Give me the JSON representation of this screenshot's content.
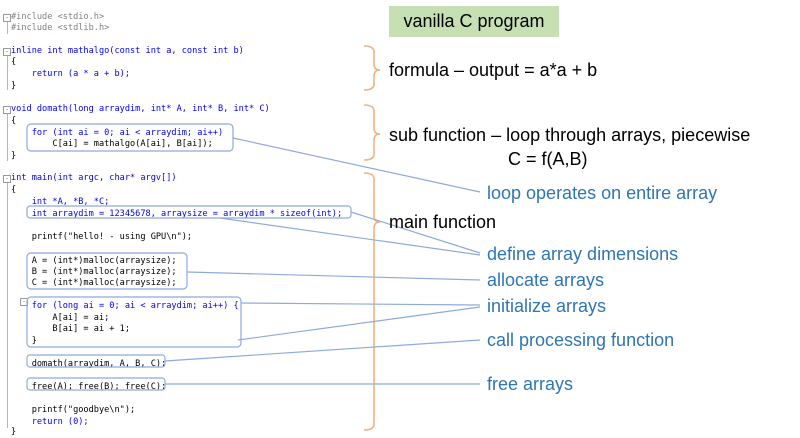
{
  "title": "vanilla C program",
  "notes": {
    "formula": "formula – output = a*a + b",
    "sub_line1": "sub function – loop through arrays, piecewise",
    "sub_line2": "C = f(A,B)",
    "main": "main function"
  },
  "callouts": {
    "loop_entire": "loop operates on entire array",
    "define_dims": "define array dimensions",
    "allocate": "allocate arrays",
    "initialize": "initialize arrays",
    "call_processing": "call processing function",
    "free_arrays": "free arrays"
  },
  "code": {
    "l1": "#include <stdio.h>",
    "l2": "#include <stdlib.h>",
    "l3": "inline int mathalgo(const int a, const int b)",
    "l4": "{",
    "l5": "    return (a * a + b);",
    "l6": "}",
    "l7": "void domath(long arraydim, int* A, int* B, int* C)",
    "l8": "{",
    "l9": "    for (int ai = 0; ai < arraydim; ai++)",
    "l10": "        C[ai] = mathalgo(A[ai], B[ai]);",
    "l11": "}",
    "l12": "int main(int argc, char* argv[])",
    "l13": "{",
    "l14": "    int *A, *B, *C;",
    "l15": "    int arraydim = 12345678, arraysize = arraydim * sizeof(int);",
    "l16": "    printf(\"hello! - using GPU\\n\");",
    "l17": "    A = (int*)malloc(arraysize);",
    "l18": "    B = (int*)malloc(arraysize);",
    "l19": "    C = (int*)malloc(arraysize);",
    "l20": "    for (long ai = 0; ai < arraydim; ai++) {",
    "l21": "        A[ai] = ai;",
    "l22": "        B[ai] = ai + 1;",
    "l23": "    }",
    "l24": "    domath(arraydim, A, B, C);",
    "l25": "    free(A); free(B); free(C);",
    "l26": "    printf(\"goodbye\\n\");",
    "l27": "    return (0);",
    "l28": "}"
  },
  "colors": {
    "title_bg": "#c6e0b4",
    "brace": "#f4b183",
    "callout": "#2e75b6",
    "box": "#8faadc",
    "keyword": "#0000ff",
    "string": "#a31515"
  }
}
